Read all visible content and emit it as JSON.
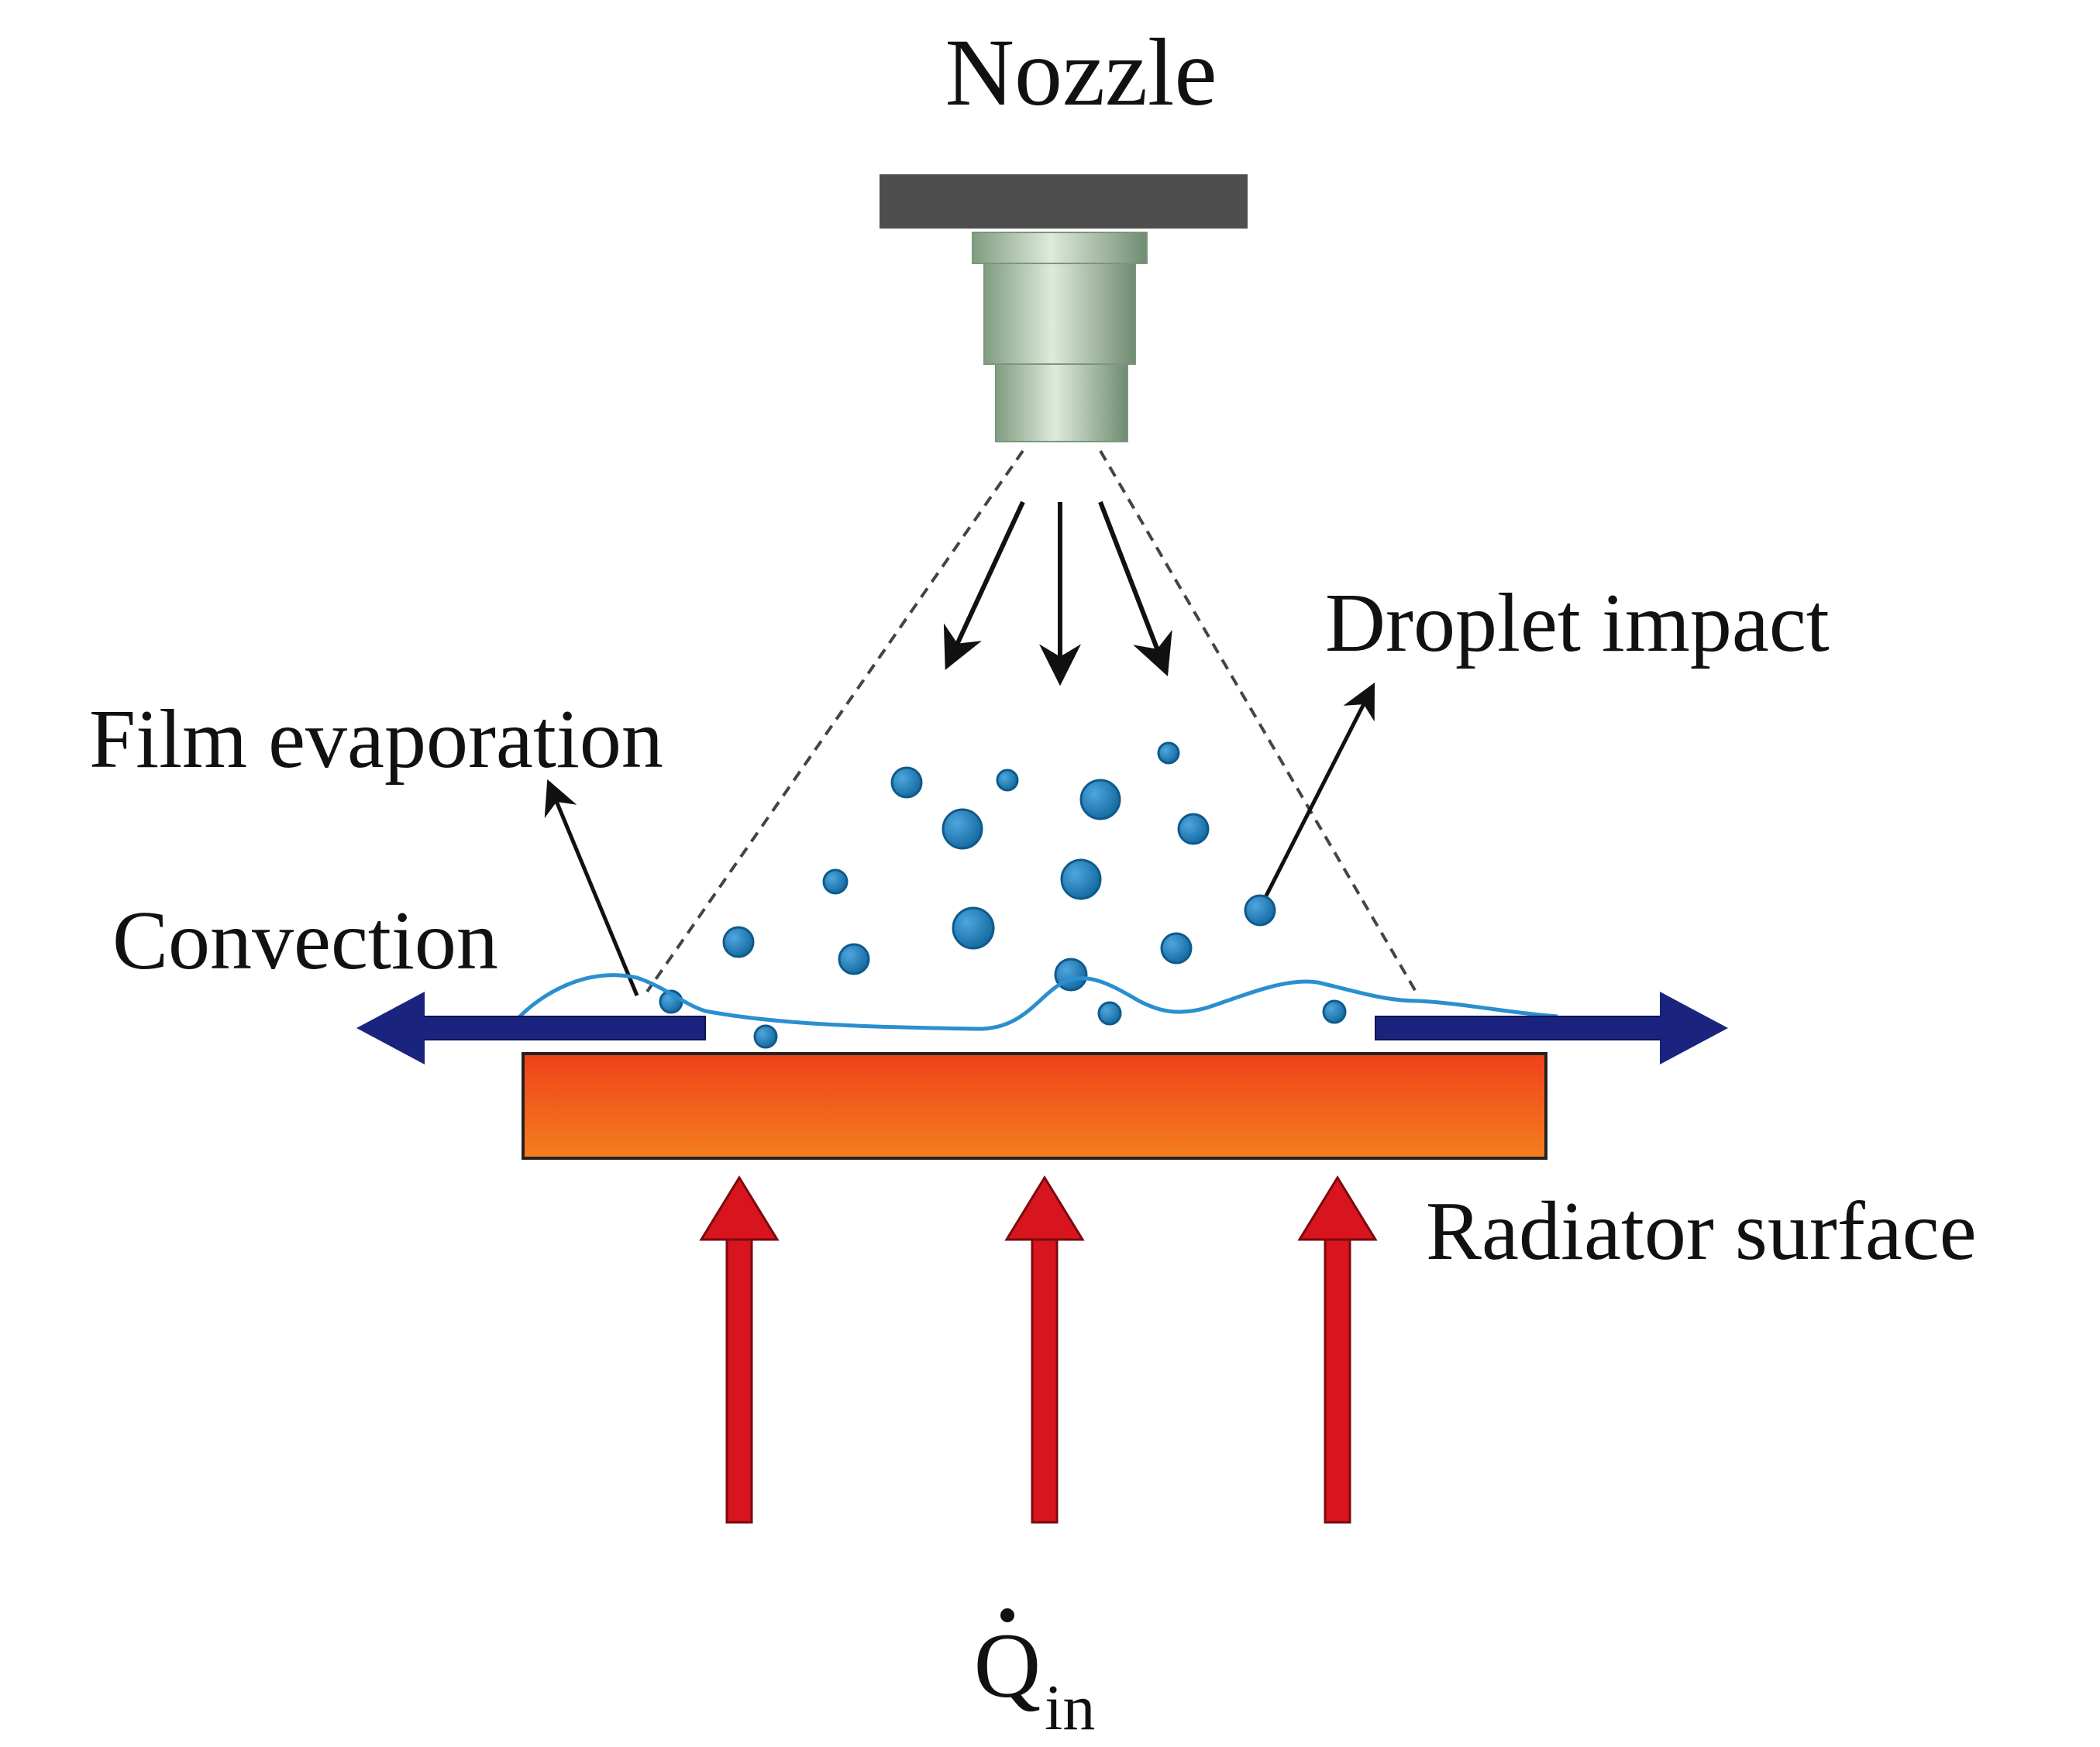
{
  "labels": {
    "nozzle": "Nozzle",
    "droplet_impact": "Droplet impact",
    "film_evaporation": "Film evaporation",
    "convection": "Convection",
    "radiator_surface": "Radiator surface",
    "heat_input_symbol": "Q",
    "heat_input_subscript": "in"
  },
  "colors": {
    "nozzle_mount": "#4e4e4e",
    "nozzle_body": "#b8cdb7",
    "droplet": "#1f7fc0",
    "film_line": "#2a8fcf",
    "convection_arrow": "#1a237e",
    "radiator_top": "#f0401a",
    "radiator_bottom": "#f57f1e",
    "heat_arrow": "#d8141e"
  },
  "icons": {
    "heat_arrow": "up-arrow-icon",
    "convection_arrow": "horizontal-arrow-icon"
  }
}
